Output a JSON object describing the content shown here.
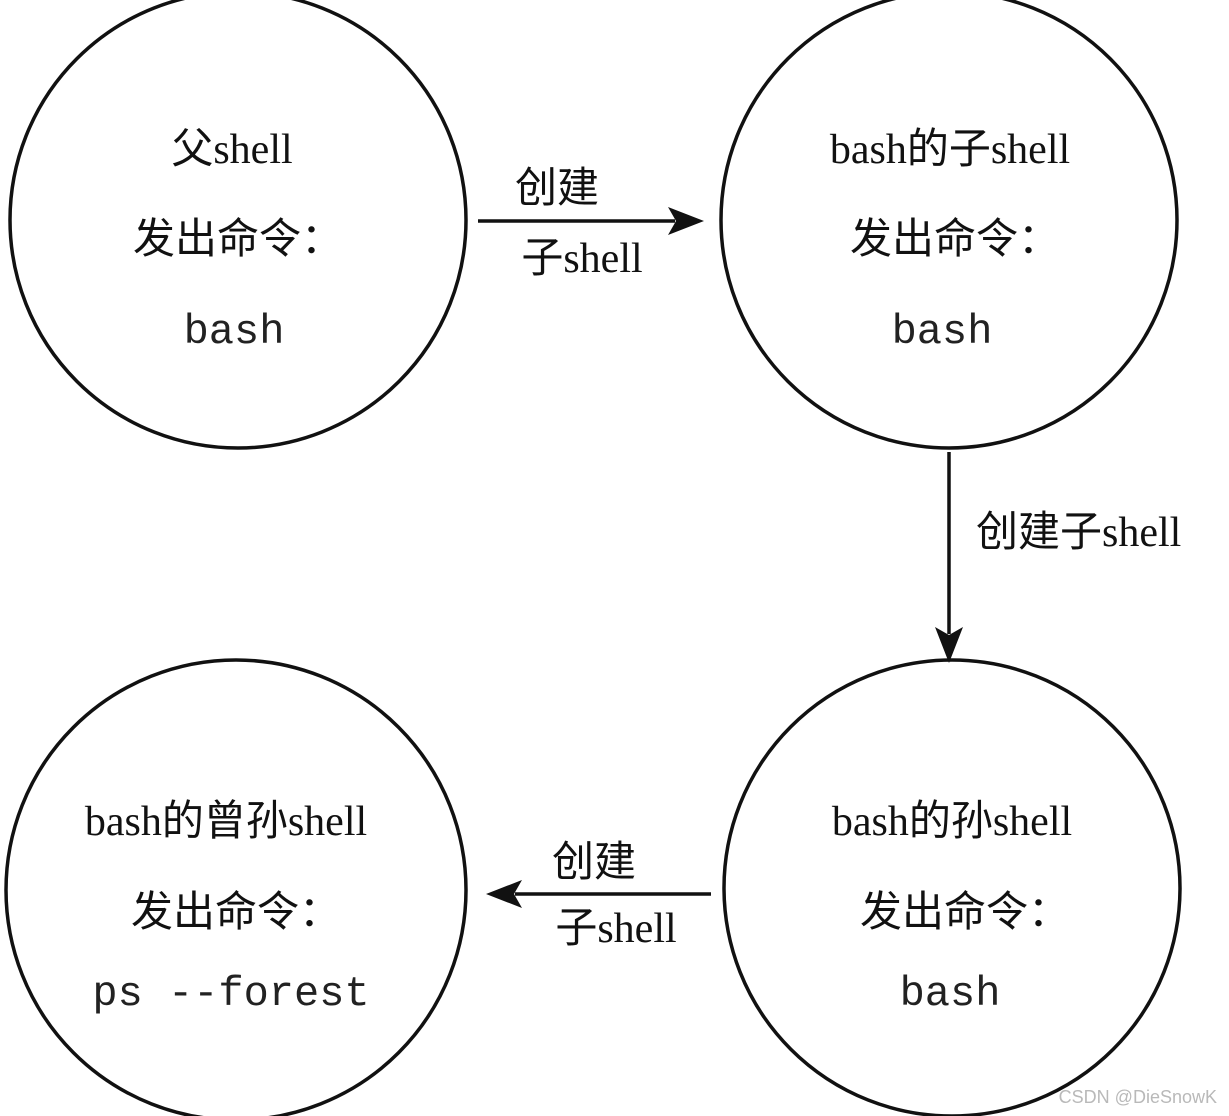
{
  "nodes": {
    "parent": {
      "title": "父shell",
      "subtitle": "发出命令：",
      "command": "bash"
    },
    "child": {
      "title": "bash的子shell",
      "subtitle": "发出命令：",
      "command": "bash"
    },
    "grandchild": {
      "title": "bash的孙shell",
      "subtitle": "发出命令：",
      "command": "bash"
    },
    "great_grandchild": {
      "title": "bash的曾孙shell",
      "subtitle": "发出命令：",
      "command": "ps --forest"
    }
  },
  "edges": {
    "parent_to_child": {
      "line1": "创建",
      "line2": "子shell"
    },
    "child_to_grandchild": {
      "label": "创建子shell"
    },
    "grandchild_to_great": {
      "line1": "创建",
      "line2": "子shell"
    }
  },
  "watermark": "CSDN @DieSnowK"
}
